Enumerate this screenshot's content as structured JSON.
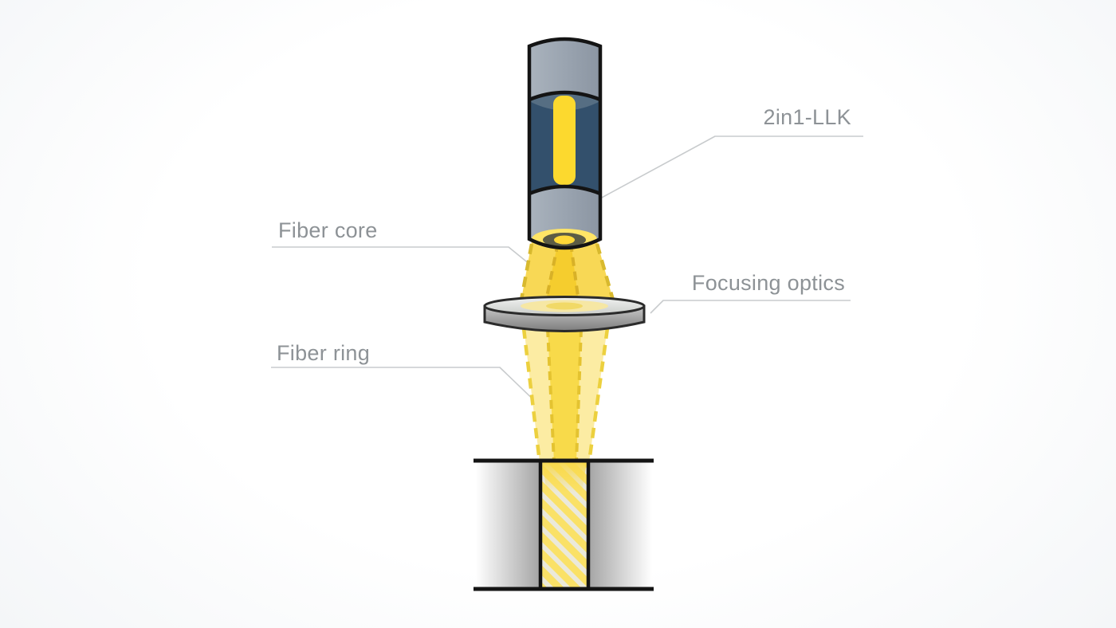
{
  "labels": {
    "llk": "2in1-LLK",
    "fiber_core": "Fiber core",
    "focusing_optics": "Focusing optics",
    "fiber_ring": "Fiber ring"
  },
  "colors": {
    "label_text_gray": "#8d9296",
    "leader_line_gray": "#c8cbcd",
    "fiber_clad_navy": "#33506c",
    "stripe_yellow": "#fcd92e",
    "beam_yellow": "#f8d855",
    "core_yellow": "#f5cd2e",
    "beam_pale_yellow": "#fceca3",
    "core_below_yellow": "#f8da4a",
    "connector_gray": "#9aa4b0",
    "lens_gray": "#9e9e9e",
    "outline_black": "#141414",
    "background_edge": "#dde3e9"
  }
}
